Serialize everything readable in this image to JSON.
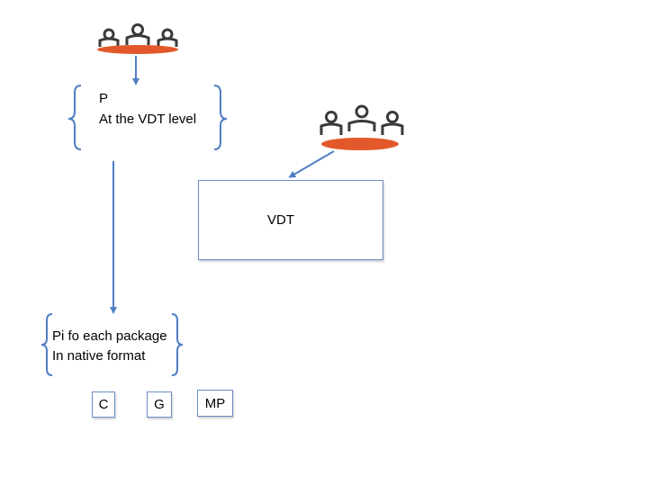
{
  "top_block": {
    "line1": "P",
    "line2": "At the VDT level"
  },
  "vdt_box": {
    "label": "VDT"
  },
  "bottom_block": {
    "line1": "Pi fo each package",
    "line2": "In native format"
  },
  "small_boxes": [
    "C",
    "G",
    "MP"
  ],
  "icons": [
    "meeting-group-icon",
    "meeting-group-icon"
  ],
  "colors": {
    "accent_orange": "#e2582a",
    "connector_blue": "#4f7ec4",
    "box_border": "#6b8cc6",
    "people_stroke": "#3a3a3a"
  }
}
